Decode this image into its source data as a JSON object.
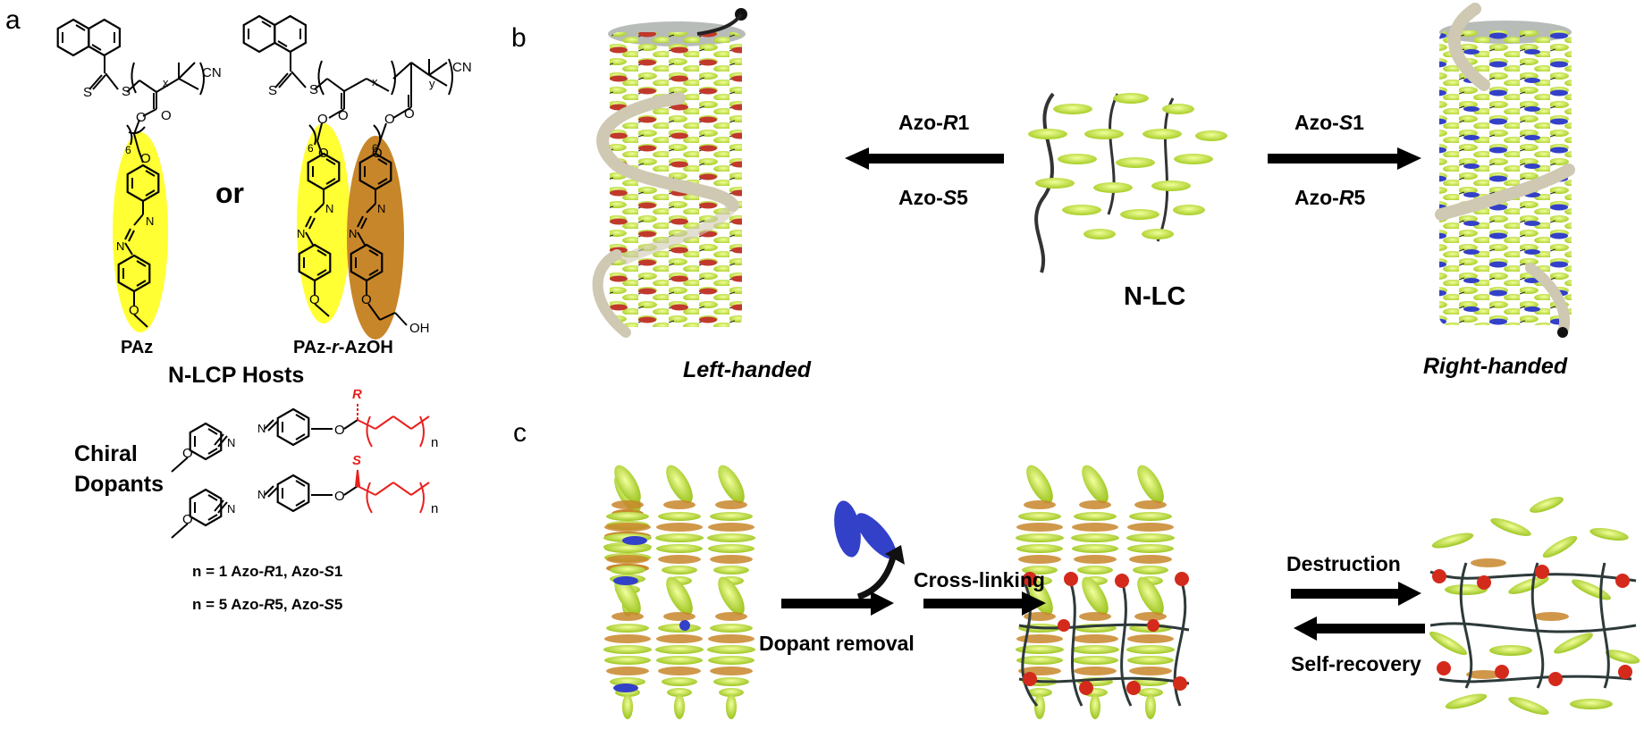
{
  "panels": {
    "a": "a",
    "b": "b",
    "c": "c"
  },
  "panel_a": {
    "or_label": "or",
    "hosts": [
      {
        "name": "PAz"
      },
      {
        "prefix": "PAz-",
        "italic": "r",
        "suffix": "-AzOH"
      }
    ],
    "hosts_title": "N-LCP Hosts",
    "dopants_title_line1": "Chiral",
    "dopants_title_line2": "Dopants",
    "stereo_labels": [
      "R",
      "S"
    ],
    "n_rows": [
      {
        "lead": "n = 1 Azo-",
        "it1": "R",
        "mid": "1, Azo-",
        "it2": "S",
        "tail": "1"
      },
      {
        "lead": "n = 5 Azo-",
        "it1": "R",
        "mid": "5, Azo-",
        "it2": "S",
        "tail": "5"
      }
    ],
    "chem_labels": {
      "cn": "CN",
      "s": "S",
      "x": "x",
      "y": "y",
      "six": "6",
      "n": "n",
      "oh": "OH",
      "n_atom": "N",
      "o_atom": "O"
    }
  },
  "panel_b": {
    "left_arrow_top": {
      "lead": "Azo-",
      "it": "R",
      "tail": "1"
    },
    "left_arrow_bottom": {
      "lead": "Azo-",
      "it": "S",
      "tail": "5"
    },
    "right_arrow_top": {
      "lead": "Azo-",
      "it": "S",
      "tail": "1"
    },
    "right_arrow_bottom": {
      "lead": "Azo-",
      "it": "R",
      "tail": "5"
    },
    "center_label": "N-LC",
    "left_caption": "Left-handed",
    "right_caption": "Right-handed"
  },
  "panel_c": {
    "step1": "Dopant removal",
    "step2": "Cross-linking",
    "forward": "Destruction",
    "reverse": "Self-recovery"
  },
  "colors": {
    "yellow_mesogen": "#ffff33",
    "brown_mesogen": "#c8862a",
    "chiral_red": "#e8211e",
    "lc_green": "#c9ea3f",
    "dopant_red": "#c0392b",
    "dopant_blue": "#3340c8",
    "helix": "#d8d2c0"
  }
}
